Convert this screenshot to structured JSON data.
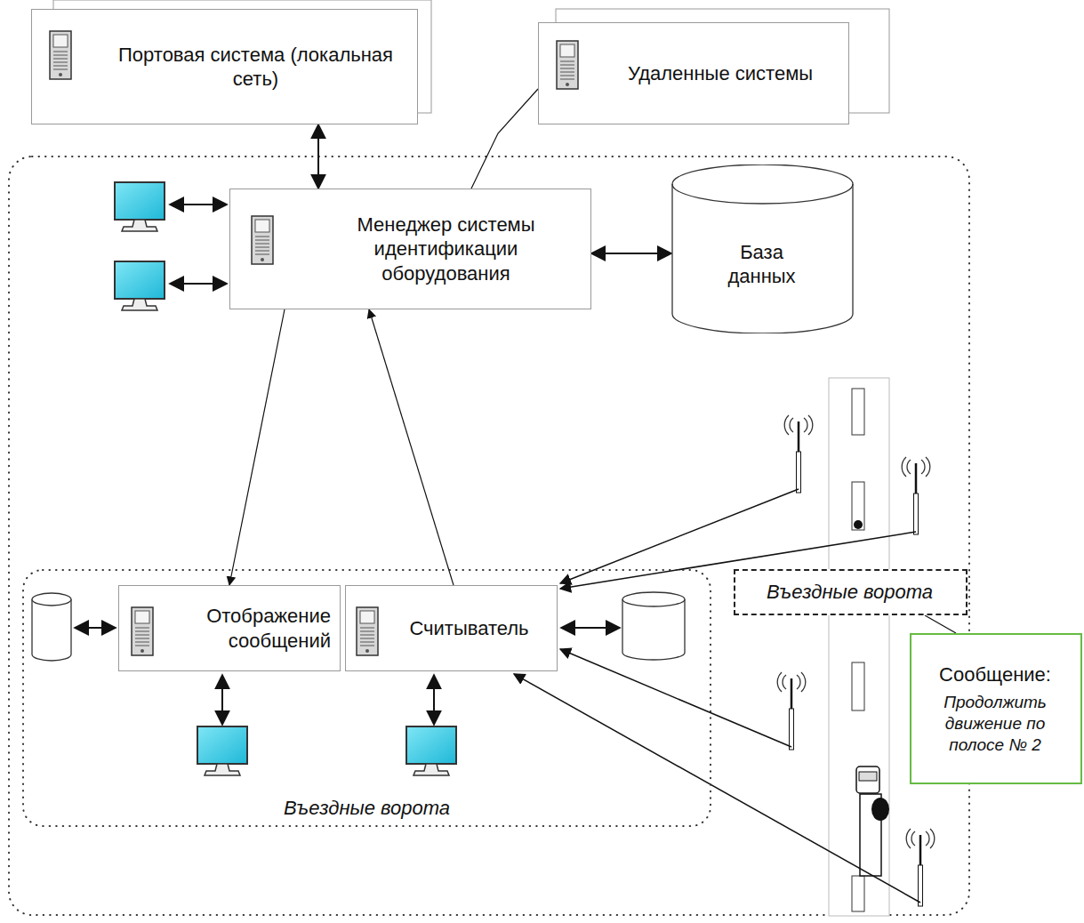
{
  "diagram": {
    "nodes": [
      {
        "text": [
          "Портовая система (локальная сеть)"
        ]
      },
      {
        "text": [
          "Удаленные системы"
        ]
      },
      {
        "text": [
          "Менеджер системы идентификации оборудования"
        ]
      },
      {
        "text": [
          "База данных"
        ]
      },
      {
        "text": [
          "Въездные ворота"
        ]
      },
      {
        "text": [
          "Отображение сообщений"
        ],
        "in": 4
      },
      {
        "text": [
          "Считыватель"
        ],
        "in": 4
      },
      {
        "text": [
          "Въездные ворота"
        ]
      },
      {
        "text": [
          "Сообщение:",
          "Продолжить движение по полосе № 2"
        ]
      }
    ],
    "edges": [
      {
        "from": 0,
        "to": 2,
        "arrow": "both"
      },
      {
        "from": 2,
        "to": 3,
        "arrow": "both"
      },
      {
        "from": 2,
        "to": 1,
        "arrow": "none"
      },
      {
        "from": 2,
        "to": 5,
        "arrow": "to"
      },
      {
        "from": 6,
        "to": 2,
        "arrow": "to"
      },
      {
        "from": 8,
        "to": 7,
        "arrow": "none"
      }
    ]
  }
}
